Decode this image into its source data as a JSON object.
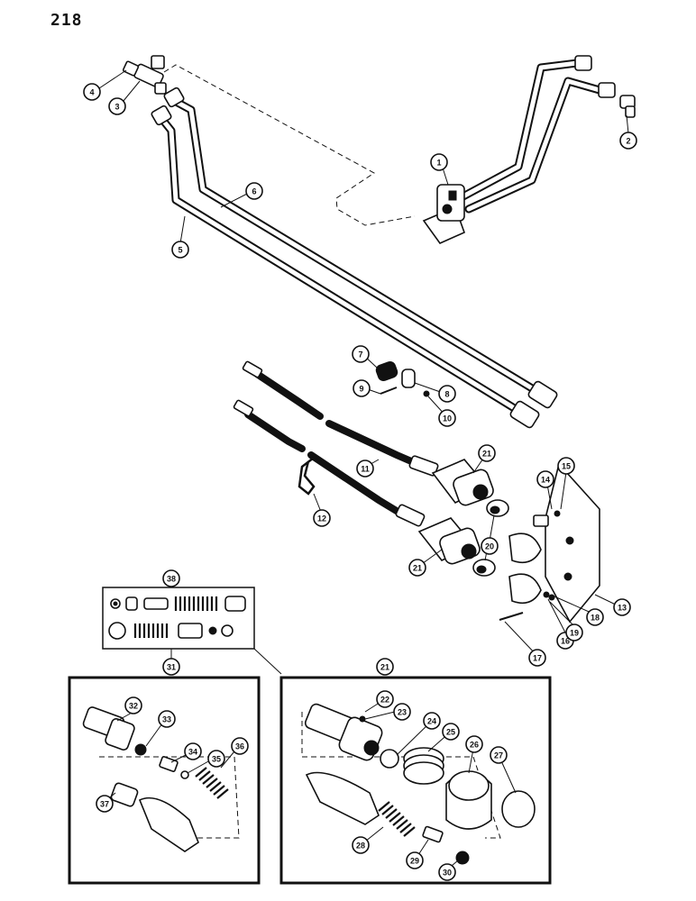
{
  "page": {
    "number": "218"
  },
  "callouts": [
    "1",
    "2",
    "3",
    "4",
    "5",
    "6",
    "7",
    "8",
    "9",
    "10",
    "11",
    "12",
    "13",
    "14",
    "15",
    "16",
    "17",
    "18",
    "19",
    "20",
    "21",
    "21",
    "21",
    "22",
    "23",
    "24",
    "25",
    "26",
    "27",
    "28",
    "29",
    "30",
    "31",
    "32",
    "33",
    "34",
    "35",
    "36",
    "37",
    "38"
  ]
}
